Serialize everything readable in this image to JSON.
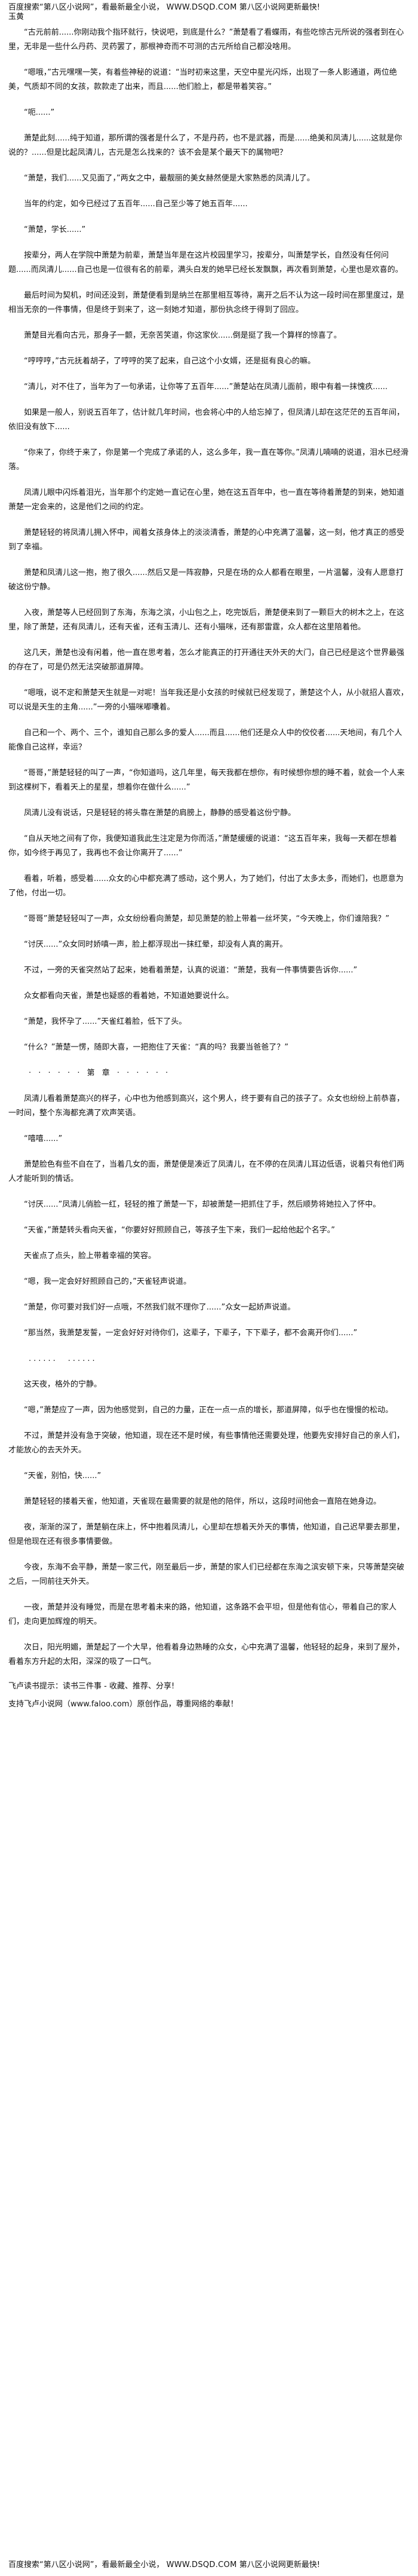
{
  "top_banner": {
    "prefix": "百度搜索“第八区小说网”，看最新最全小说，",
    "url": "WWW.DSQD.COM",
    "suffix": "第八区小说网更新最快!"
  },
  "author_line": "玉黄",
  "paragraphs": [
    "　　“古元前前......你刚动我个指环就行，快说吧，到底是什么？”萧楚看了看蝶雨，有些吃惊古元所说的强者到在心里，无非是一些什么丹药、灵药罢了，那根神奇而不可测的古元所给自己都没啥用。",
    "　　“嗯哦，”古元嘿嘿一笑，有着些神秘的说道：“当时初来这里，天空中星光闪烁，出现了一条人影通道，两位绝美，气质却不同的女孩，款款走了出来，而且......他们脸上，都是带着笑容。”",
    "　　“呃......”",
    "　　萧楚此刻......纯于知道，那所谓的强者是什么了，不是丹药，也不是武器，而是......绝美和凤清儿......这就是你说的？......但是比起凤清儿，古元是怎么找来的？该不会是某个最天下的属物吧？",
    "　　“萧楚，我们......又见面了，”两女之中，最靓丽的美女赫然便是大家熟悉的凤清儿了。",
    "　　当年的约定，如今已经过了五百年......自己至少等了她五百年......",
    "　　“萧楚，学长......”",
    "　　按辈分，两人在学院中萧楚为前辈，萧楚当年是在这片校园里学习，按辈分，叫萧楚学长，自然没有任何问题......而凤清儿......自己也是一位很有名的前辈，满头白发的她早已经长发飘飘，再次看到萧楚，心里也是欢喜的。",
    "　　最后时间为契机，时间还没到，萧楚便看到是纳兰在那里相互等待，离开之后不认为这一段时间在那里度过，是相当无奈的一件事情，但是终于到来了，这一刻她才知道，那份执念终于得到了回应。",
    "　　萧楚目光看向古元，那身子一颤，无奈苦笑道，你这家伙......倒是挺了我一个算样的惊喜了。",
    "　　“哼哼哼，”古元抚着胡子，了哼哼的笑了起来，自己这个小女婿，还是挺有良心的嘛。",
    "　　“清儿，对不住了，当年为了一句承诺，让你等了五百年......”萧楚站在凤清儿面前，眼中有着一抹愧疚......",
    "　　如果是一般人，别说五百年了，估计就几年时间，也会将心中的人给忘掉了，但凤清儿却在这茫茫的五百年间，依旧没有放下......",
    "　　“你来了，你终于来了，你是第一个完成了承诺的人，这么多年，我一直在等你。”凤清儿喃喃的说道，泪水已经滑落。",
    "　　凤清儿眼中闪烁着泪光，当年那个约定她一直记在心里，她在这五百年中，也一直在等待着萧楚的到来，她知道萧楚一定会来的，这是他们之间的约定。",
    "　　萧楚轻轻的将凤清儿拥入怀中，闻着女孩身体上的淡淡清香，萧楚的心中充满了温馨，这一刻，他才真正的感受到了幸福。",
    "　　萧楚和凤清儿这一抱，抱了很久......然后又是一阵寂静，只是在场的众人都看在眼里，一片温馨，没有人愿意打破这份宁静。",
    "　　入夜，萧楚等人已经回到了东海，东海之滨，小山包之上，吃完饭后，萧楚便来到了一颗巨大的树木之上，在这里，除了萧楚，还有凤清儿，还有天雀，还有玉清儿、还有小猫咪，还有那雷霆，众人都在这里陪着他。",
    "　　这几天，萧楚也没有闲着，他一直在思考着，怎么才能真正的打开通往天外天的大门，自己已经是这个世界最强的存在了，可是仍然无法突破那道屏障。",
    "　　“嗯哦，说不定和萧楚天生就是一对呢！当年我还是小女孩的时候就已经发现了，萧楚这个人，从小就招人喜欢，可以说是天生的主角......”一旁的小猫咪嘟囔着。",
    "　　自己和一个、两个、三个，谁知自己那么多的爱人......而且......他们还是众人中的佼佼者......天地间，有几个人能像自己这样，幸运？",
    "　　“哥哥，”萧楚轻轻的叫了一声，“你知道吗，这几年里，每天我都在想你，有时候想你想的睡不着，就会一个人来到这棵树下，看着天上的星星，想着你在做什么......”",
    "　　凤清儿没有说话，只是轻轻的将头靠在萧楚的肩膀上，静静的感受着这份宁静。",
    "　　“自从天地之间有了你，我便知道我此生注定是为你而活，”萧楚缓缓的说道：“这五百年来，我每一天都在想着你，如今终于再见了，我再也不会让你离开了......”",
    "　　看着，听着，感受着......众女的心中都充满了感动，这个男人，为了她们，付出了太多太多，而她们，也愿意为了他，付出一切。",
    "　　“哥哥”萧楚轻轻叫了一声，众女纷纷看向萧楚，却见萧楚的脸上带着一丝坏笑，“今天晚上，你们谁陪我？”",
    "　　“讨厌......”众女同时娇嗔一声，脸上都浮现出一抹红晕，却没有人真的离开。",
    "　　不过，一旁的天雀突然站了起来，她看着萧楚，认真的说道：“萧楚，我有一件事情要告诉你......”",
    "　　众女都看向天雀，萧楚也疑惑的看着她，不知道她要说什么。",
    "　　“萧楚，我怀孕了......”天雀红着脸，低下了头。",
    "　　“什么？”萧楚一愣，随即大喜，一把抱住了天雀：“真的吗？我要当爸爸了？”",
    "　　· · · · · · 第 章 · · · · · ·",
    "　　凤清儿看着萧楚高兴的样子，心中也为他感到高兴，这个男人，终于要有自己的孩子了。众女也纷纷上前恭喜，一时间，整个东海都充满了欢声笑语。",
    "　　“嘻嘻......”",
    "　　萧楚脸色有些不自在了，当着几女的面，萧楚便是凑近了凤清儿，在不停的在凤清儿耳边低语，说着只有他们两人才能听到的情话。",
    "　　“讨厌......”凤清儿俏脸一红，轻轻的推了萧楚一下，却被萧楚一把抓住了手，然后顺势将她拉入了怀中。",
    "　　“天雀，”萧楚转头看向天雀，“你要好好照顾自己，等孩子生下来，我们一起给他起个名字。”",
    "　　天雀点了点头，脸上带着幸福的笑容。",
    "　　“嗯，我一定会好好照顾自己的，”天雀轻声说道。",
    "　　“萧楚，你可要对我们好一点哦，不然我们就不理你了......”众女一起娇声说道。",
    "　　“那当然，我萧楚发誓，一定会好好对待你们，这辈子，下辈子，下下辈子，都不会离开你们......”",
    "　　......　......",
    "　　这天夜，格外的宁静。",
    "　　“嗯，”萧楚应了一声，因为他感觉到，自己的力量，正在一点一点的增长，那道屏障，似乎也在慢慢的松动。",
    "　　不过，萧楚并没有急于突破，他知道，现在还不是时候，有些事情他还需要处理，他要先安排好自己的亲人们，才能放心的去天外天。",
    "　　“天雀，别怕，快......”",
    "　　萧楚轻轻的搂着天雀，他知道，天雀现在最需要的就是他的陪伴，所以，这段时间他会一直陪在她身边。",
    "　　夜，渐渐的深了，萧楚躺在床上，怀中抱着凤清儿，心里却在想着天外天的事情，他知道，自己迟早要去那里，但是他现在还有很多事情要做。",
    "　　今夜，东海不会平静，萧楚一家三代，刚至最后一步，萧楚的家人们已经都在东海之滨安顿下来，只等萧楚突破之后，一同前往天外天。",
    "　　一夜，萧楚并没有睡觉，而是在思考着未来的路，他知道，这条路不会平坦，但是他有信心，带着自己的家人们，走向更加辉煌的明天。",
    "　　次日，阳光明媚，萧楚起了一个大早，他看着身边熟睡的众女，心中充满了温馨，他轻轻的起身，来到了屋外，看着东方升起的太阳，深深的吸了一口气。"
  ],
  "footer": {
    "reader_line": "飞卢读书提示：读书三件事 - 收藏、推荐、分享!",
    "support_line": "支持飞卢小说网（www.faloo.com）原创作品，尊重网络的奉献！"
  },
  "bottom_banner": {
    "prefix": "百度搜索“第八区小说网”，看最新最全小说，",
    "url": "WWW.DSQD.COM",
    "suffix": "第八区小说网更新最快!"
  }
}
